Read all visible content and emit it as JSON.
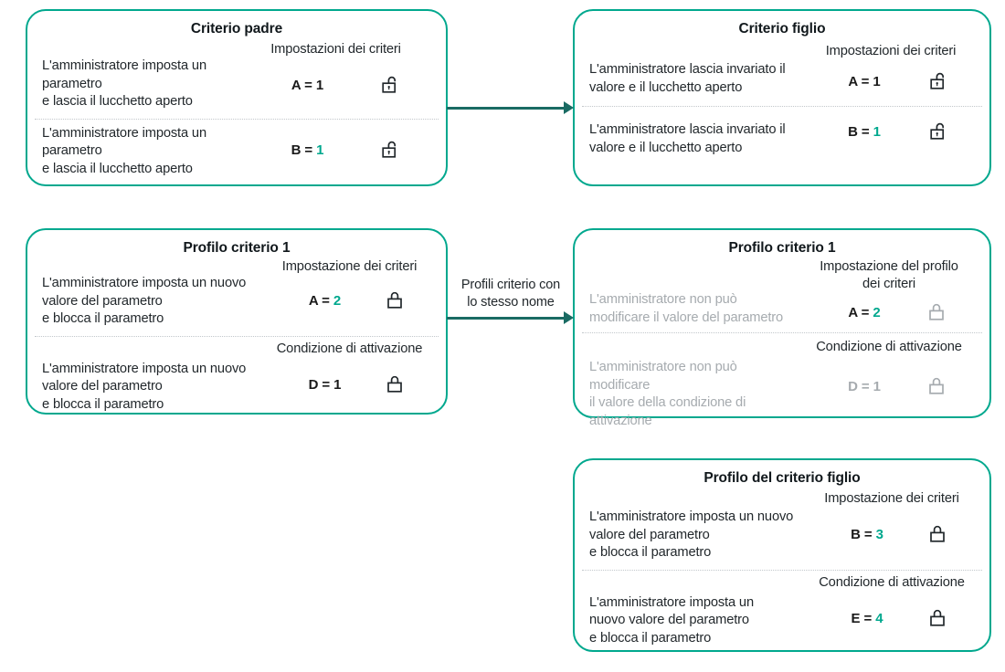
{
  "diagram": {
    "accent_color": "#00a88e",
    "arrow_color": "#1a6b63",
    "muted_color": "#a6abaf",
    "text_color": "#22282c"
  },
  "cards": {
    "parent_policy": {
      "title": "Criterio padre",
      "rows": [
        {
          "description": "L'amministratore imposta un\nparametro\n e lascia il lucchetto aperto",
          "column_header": "Impostazioni dei criteri",
          "value_key": "A",
          "value_sep": " = ",
          "value_number": "1",
          "value_accent": false,
          "lock": "unlocked-icon",
          "muted": false
        },
        {
          "description": "L'amministratore imposta un\nparametro\n e lascia il lucchetto aperto",
          "column_header": "",
          "value_key": "B",
          "value_sep": " = ",
          "value_number": "1",
          "value_accent": true,
          "lock": "unlocked-icon",
          "muted": false
        }
      ]
    },
    "child_policy": {
      "title": "Criterio figlio",
      "rows": [
        {
          "description": "L'amministratore lascia invariato il\nvalore e il lucchetto aperto",
          "column_header": "Impostazioni dei criteri",
          "value_key": "A",
          "value_sep": " = ",
          "value_number": "1",
          "value_accent": false,
          "lock": "unlocked-icon",
          "muted": false
        },
        {
          "description": "L'amministratore lascia invariato il\nvalore e il lucchetto aperto",
          "column_header": "",
          "value_key": "B",
          "value_sep": " = ",
          "value_number": "1",
          "value_accent": true,
          "lock": "unlocked-icon",
          "muted": false
        }
      ]
    },
    "policy_profile_left": {
      "title": "Profilo criterio 1",
      "rows": [
        {
          "description": "L'amministratore imposta un nuovo\nvalore del parametro\n e blocca il parametro",
          "column_header": "Impostazione dei criteri",
          "value_key": "A",
          "value_sep": " = ",
          "value_number": "2",
          "value_accent": true,
          "lock": "locked-icon",
          "muted": false
        },
        {
          "description": "L'amministratore imposta un nuovo\nvalore del parametro\n e blocca il parametro",
          "column_header": "Condizione di attivazione",
          "value_key": "D",
          "value_sep": " = ",
          "value_number": "1",
          "value_accent": false,
          "lock": "locked-icon",
          "muted": false
        }
      ]
    },
    "policy_profile_right": {
      "title": "Profilo criterio 1",
      "rows": [
        {
          "description": "L'amministratore non può\nmodificare il valore del parametro",
          "column_header": "Impostazione del profilo\ndei criteri",
          "value_key": "A",
          "value_sep": " = ",
          "value_number": "2",
          "value_accent": true,
          "lock": "locked-icon",
          "muted": true
        },
        {
          "description": "L'amministratore non può\nmodificare\n il valore della condizione di\nattivazione",
          "column_header": "Condizione di attivazione",
          "value_key": "D",
          "value_sep": " = ",
          "value_number": "1",
          "value_accent": false,
          "lock": "locked-icon",
          "muted": true
        }
      ]
    },
    "child_policy_profile": {
      "title": "Profilo del criterio figlio",
      "rows": [
        {
          "description": "L'amministratore imposta un nuovo\nvalore del parametro\n e blocca il parametro",
          "column_header": "Impostazione dei criteri",
          "value_key": "B",
          "value_sep": " = ",
          "value_number": "3",
          "value_accent": true,
          "lock": "locked-icon",
          "muted": false
        },
        {
          "description": "L'amministratore imposta un\nnuovo valore del parametro\n e blocca il parametro",
          "column_header": "Condizione di attivazione",
          "value_key": "E",
          "value_sep": " = ",
          "value_number": "4",
          "value_accent": true,
          "lock": "locked-icon",
          "muted": false
        }
      ]
    }
  },
  "arrows": {
    "top": {
      "label": ""
    },
    "middle": {
      "label": "Profili criterio con\nlo stesso nome"
    }
  }
}
